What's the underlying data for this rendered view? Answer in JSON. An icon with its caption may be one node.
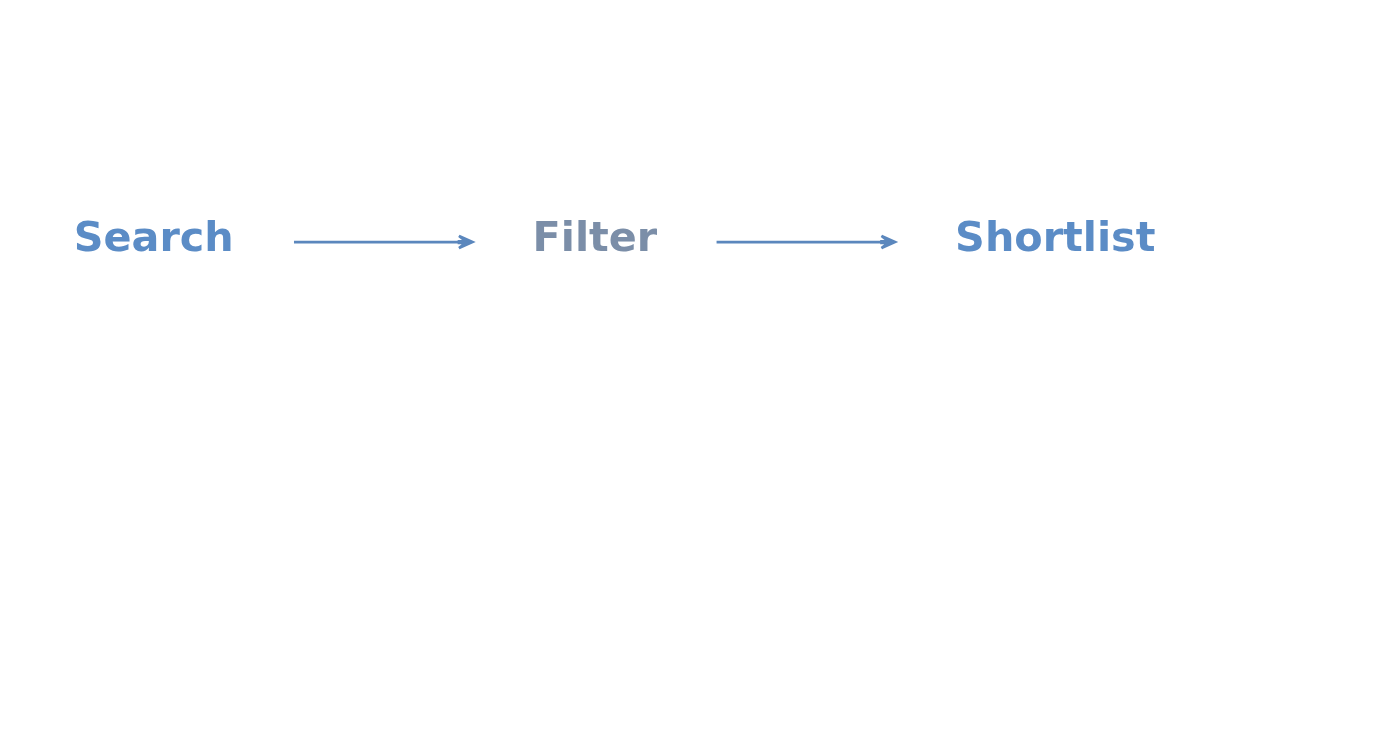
{
  "diagram": {
    "nodes": [
      {
        "text": [
          "Search"
        ]
      },
      {
        "text": [
          "Filter"
        ]
      },
      {
        "text": [
          "Shortlist"
        ]
      }
    ],
    "edges": [
      {
        "from": 0,
        "to": 1,
        "arrow": "to"
      },
      {
        "from": 1,
        "to": 2,
        "arrow": "to"
      }
    ]
  }
}
